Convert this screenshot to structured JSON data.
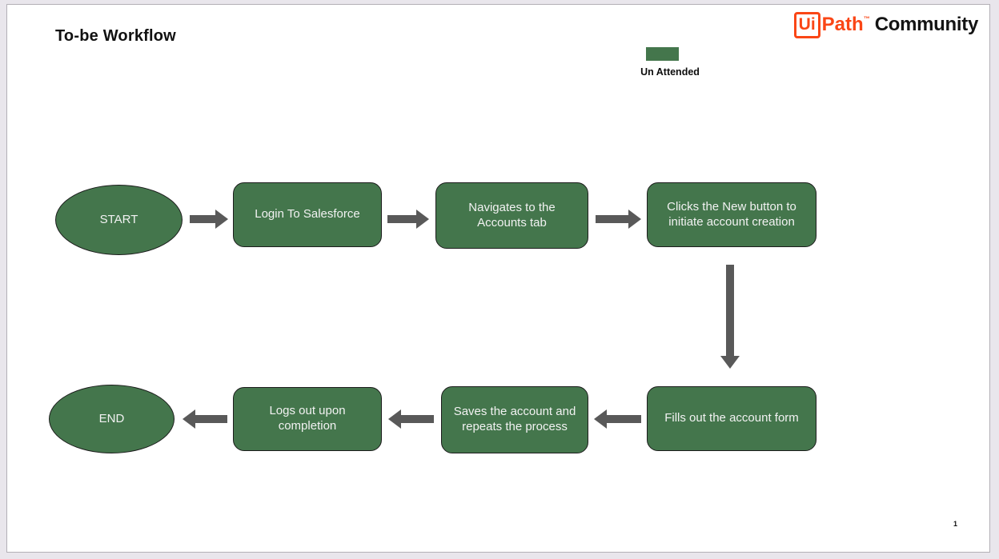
{
  "slide": {
    "title": "To-be Workflow",
    "page_number": "1"
  },
  "logo": {
    "ui": "Ui",
    "path": "Path",
    "tm": "™",
    "community": "Community"
  },
  "legend": {
    "label": "Un Attended",
    "swatch_color": "#44764c"
  },
  "flowchart": {
    "start_label": "START",
    "end_label": "END",
    "steps": [
      "Login To Salesforce",
      "Navigates to the Accounts tab",
      "Clicks the New button to initiate account creation",
      "Fills out the account form",
      "Saves the account and repeats the process",
      "Logs out upon completion"
    ]
  },
  "colors": {
    "node_green": "#44764c",
    "arrow_gray": "#595959",
    "uipath_orange": "#fa4616",
    "slide_background": "#ffffff",
    "app_background": "#e9e6ec"
  }
}
